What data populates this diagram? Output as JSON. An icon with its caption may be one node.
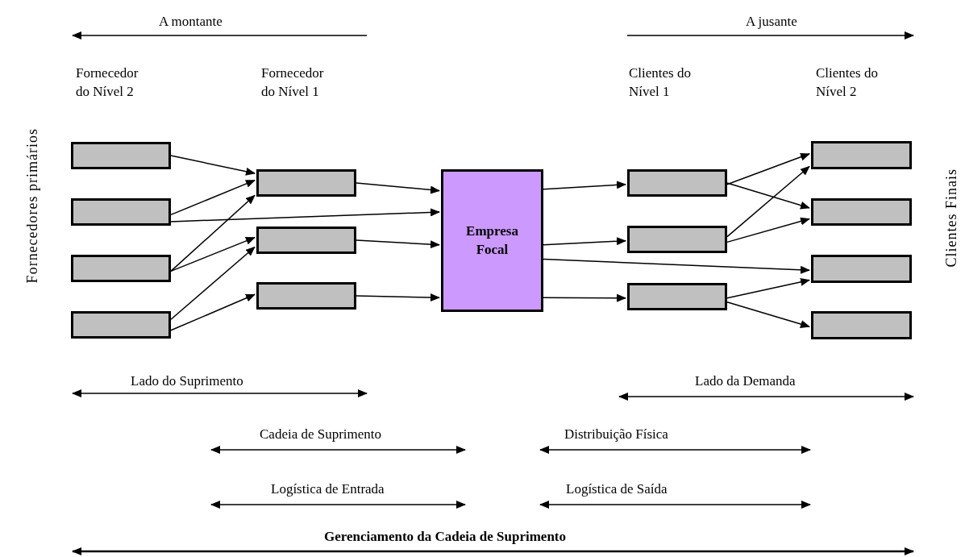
{
  "diagram": {
    "nodes": [
      {
        "text": [],
        "shape": "box"
      },
      {
        "text": [],
        "shape": "box"
      },
      {
        "text": [],
        "shape": "box"
      },
      {
        "text": [],
        "shape": "box"
      },
      {
        "text": [],
        "shape": "box"
      },
      {
        "text": [],
        "shape": "box"
      },
      {
        "text": [],
        "shape": "box"
      },
      {
        "text": [
          "Empresa Focal"
        ]
      },
      {
        "text": [],
        "shape": "box"
      },
      {
        "text": [],
        "shape": "box"
      },
      {
        "text": [],
        "shape": "box"
      },
      {
        "text": [],
        "shape": "box"
      },
      {
        "text": [],
        "shape": "box"
      },
      {
        "text": [],
        "shape": "box"
      },
      {
        "text": [],
        "shape": "box"
      }
    ],
    "edges": [
      {
        "from": 0,
        "to": 4,
        "arrow": "to"
      },
      {
        "from": 1,
        "to": 4,
        "arrow": "to"
      },
      {
        "from": 1,
        "to": 7,
        "arrow": "to"
      },
      {
        "from": 2,
        "to": 4,
        "arrow": "to"
      },
      {
        "from": 2,
        "to": 5,
        "arrow": "to"
      },
      {
        "from": 3,
        "to": 5,
        "arrow": "to"
      },
      {
        "from": 3,
        "to": 6,
        "arrow": "to"
      },
      {
        "from": 4,
        "to": 7,
        "arrow": "to"
      },
      {
        "from": 5,
        "to": 7,
        "arrow": "to"
      },
      {
        "from": 6,
        "to": 7,
        "arrow": "to"
      },
      {
        "from": 7,
        "to": 8,
        "arrow": "to"
      },
      {
        "from": 7,
        "to": 9,
        "arrow": "to"
      },
      {
        "from": 7,
        "to": 13,
        "arrow": "to"
      },
      {
        "from": 7,
        "to": 10,
        "arrow": "to"
      },
      {
        "from": 8,
        "to": 11,
        "arrow": "to"
      },
      {
        "from": 8,
        "to": 12,
        "arrow": "to"
      },
      {
        "from": 9,
        "to": 11,
        "arrow": "to"
      },
      {
        "from": 9,
        "to": 12,
        "arrow": "to"
      },
      {
        "from": 10,
        "to": 13,
        "arrow": "to"
      },
      {
        "from": 10,
        "to": 14,
        "arrow": "to"
      }
    ],
    "labels": [
      "A montante",
      "A jusante",
      "Fornecedor do Nível 2",
      "Fornecedor do Nível 1",
      "Clientes do Nível 1",
      "Clientes do Nível 2",
      "Fornecedores primários",
      "Clientes Finais",
      "Lado do Suprimento",
      "Lado da Demanda",
      "Cadeia de Suprimento",
      "Distribuição Física",
      "Logística de Entrada",
      "Logística de Saída",
      "Gerenciamento da Cadeia de Suprimento"
    ]
  }
}
